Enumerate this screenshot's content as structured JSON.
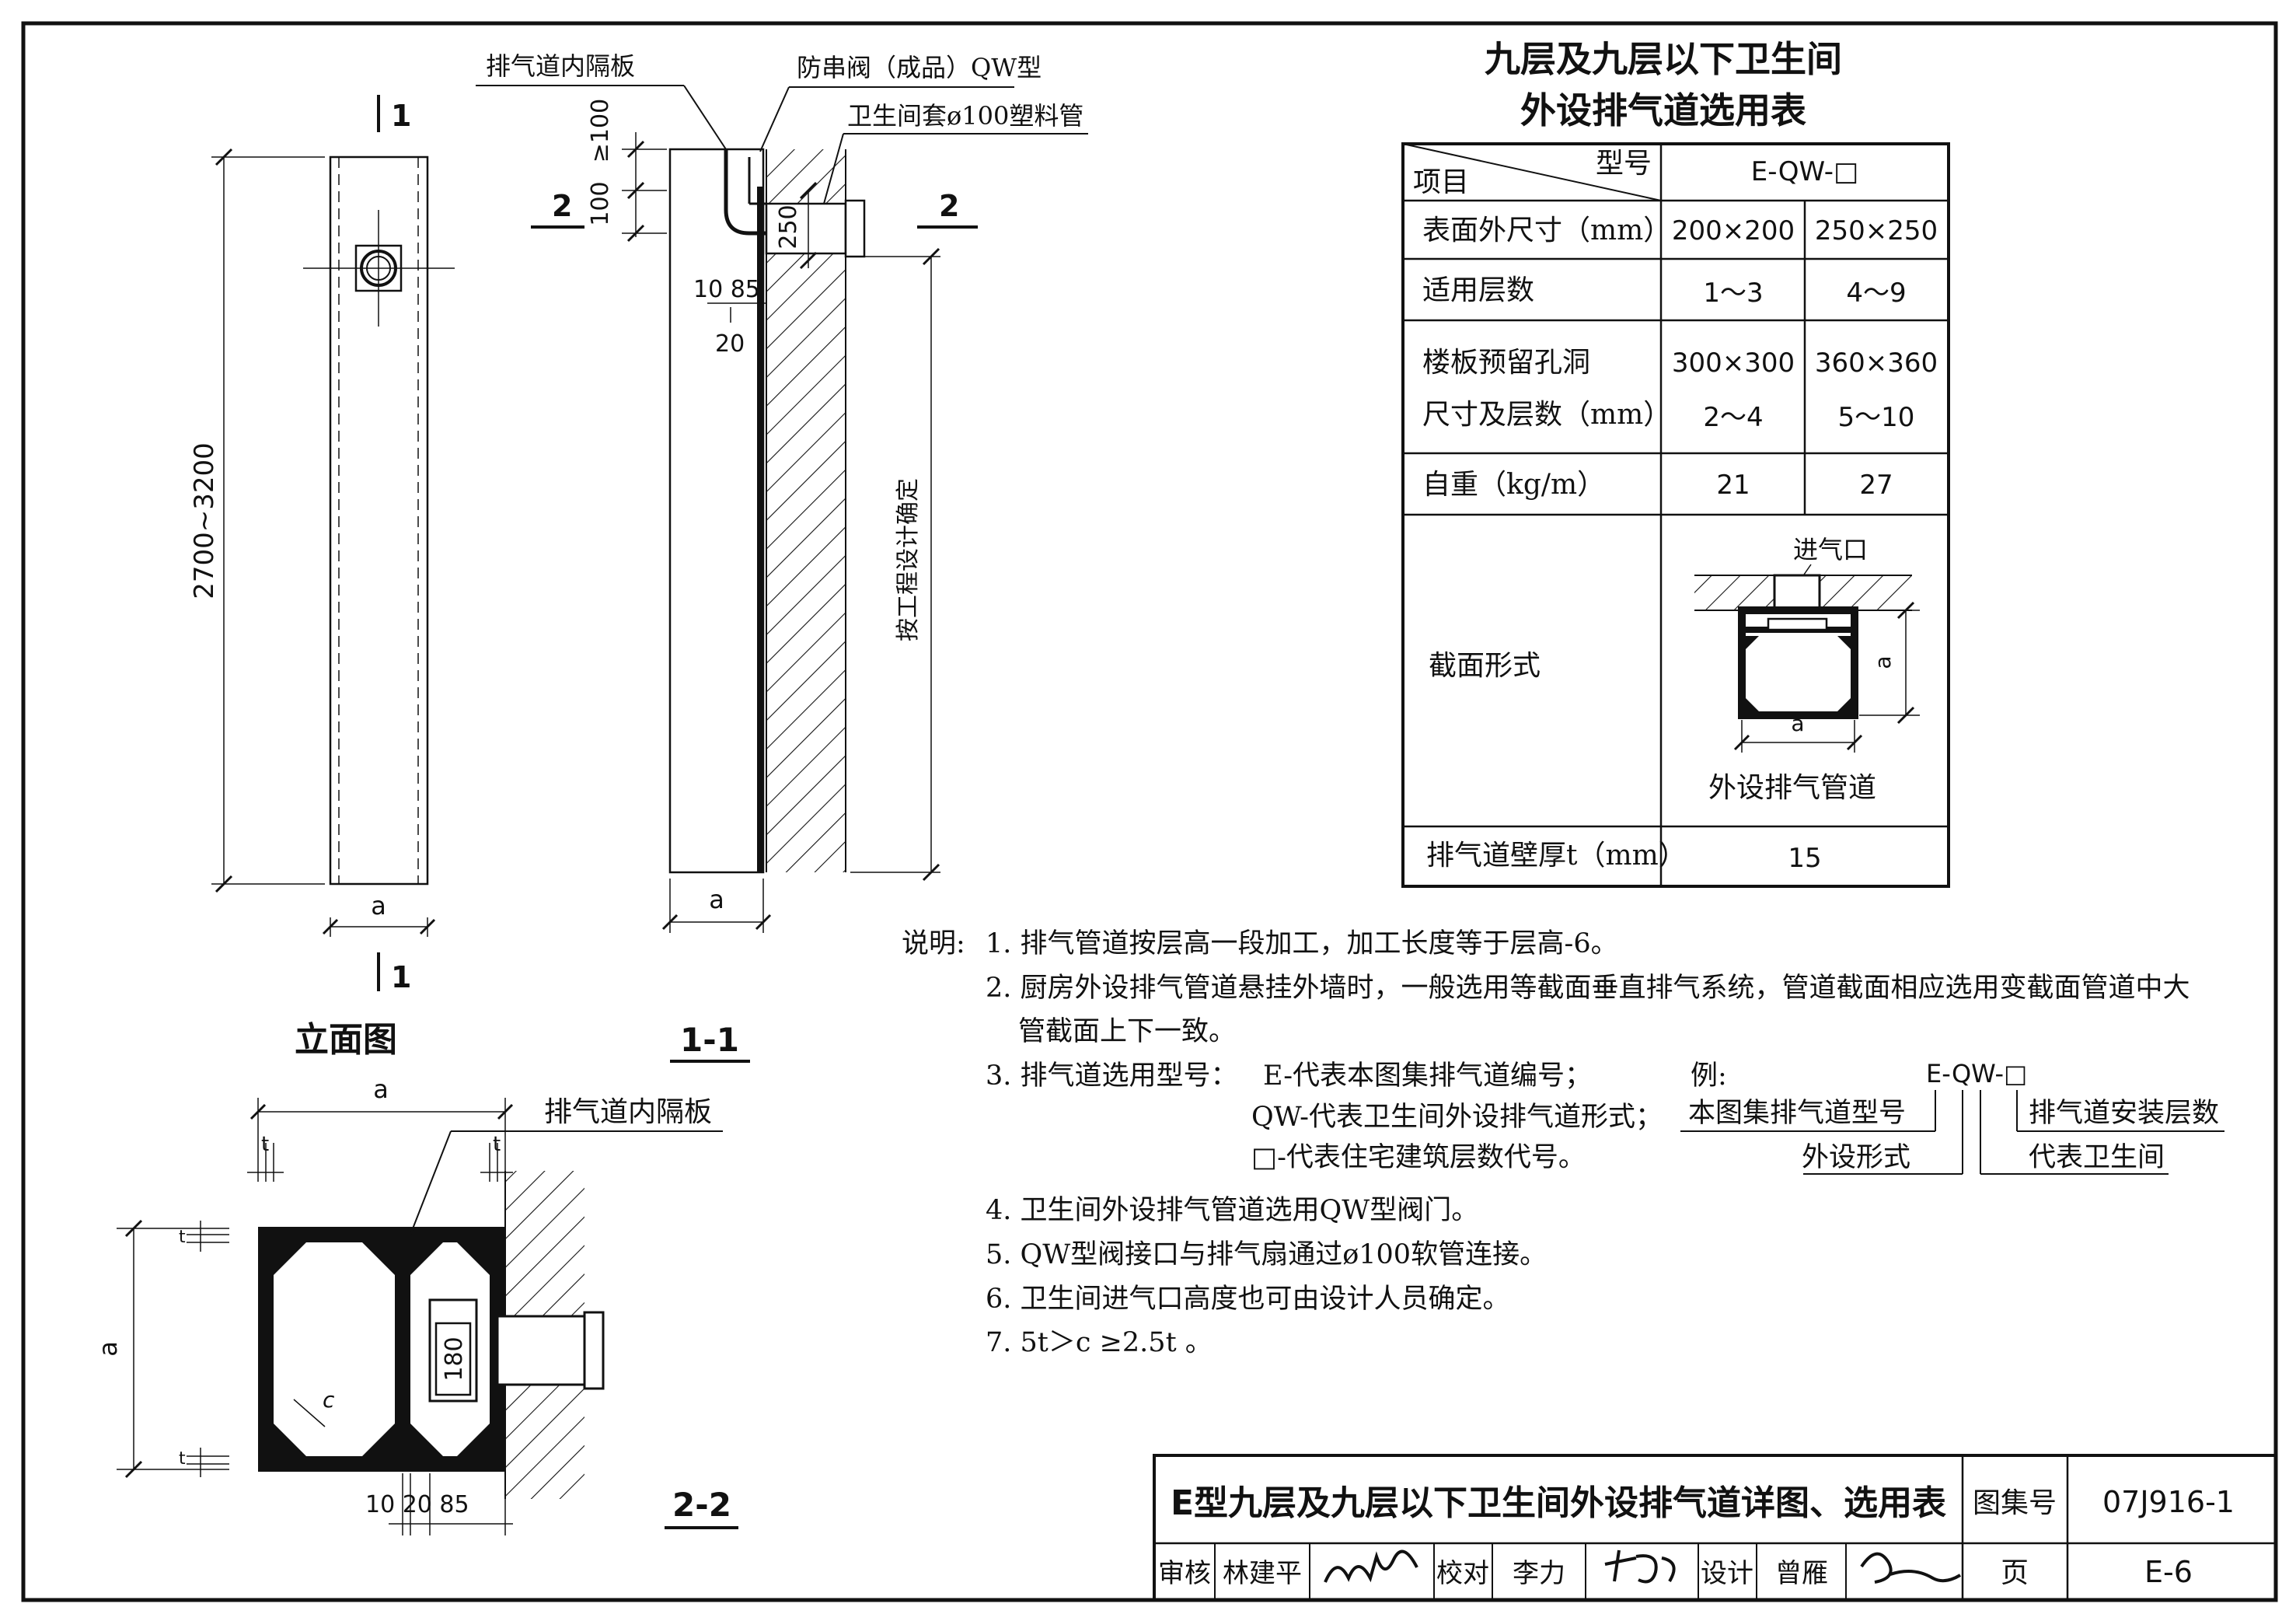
{
  "elevation": {
    "section_mark": "1",
    "dim_height": "2700~3200",
    "dim_width": "a",
    "title": "立面图"
  },
  "section_1_1": {
    "label_partition": "排气道内隔板",
    "label_valve": "防串阀（成品）QW型",
    "label_pipe": "卫生间套ø100塑料管",
    "section_mark": "2",
    "dim_100": "100",
    "dim_ge100": "≥100",
    "dim_250": "250",
    "dim_10_85": "10 85",
    "dim_20": "20",
    "dim_design": "按工程设计确定",
    "dim_width": "a",
    "title": "1-1"
  },
  "section_2_2": {
    "label_partition": "排气道内隔板",
    "dim_a_top": "a",
    "dim_a_left": "a",
    "dim_t": "t",
    "dim_c": "c",
    "dim_180": "180",
    "dim_bottom": "10 20 85",
    "title": "2-2"
  },
  "table": {
    "title_line1": "九层及九层以下卫生间",
    "title_line2": "外设排气道选用表",
    "head_item": "项目",
    "head_model": "型号",
    "model": "E-QW-□",
    "rows": [
      {
        "label": "表面外尺寸（mm）",
        "v1": "200×200",
        "v2": "250×250"
      },
      {
        "label": "适用层数",
        "v1": "1～3",
        "v2": "4～9"
      },
      {
        "label1": "楼板预留孔洞",
        "label2": "尺寸及层数（mm）",
        "v1a": "300×300",
        "v1b": "2～4",
        "v2a": "360×360",
        "v2b": "5～10"
      },
      {
        "label": "自重（kg/m）",
        "v1": "21",
        "v2": "27"
      }
    ],
    "section_label": "截面形式",
    "inlet_label": "进气口",
    "dim_a_side": "a",
    "dim_a_bottom": "a",
    "duct_label": "外设排气管道",
    "wall_label": "排气道壁厚t（mm）",
    "wall_value": "15"
  },
  "notes": {
    "prefix": "说明:",
    "n1": "1. 排气管道按层高一段加工，加工长度等于层高-6。",
    "n2a": "2. 厨房外设排气管道悬挂外墙时，一般选用等截面垂直排气系统，管道截面相应选用变截面管道中大",
    "n2b": "管截面上下一致。",
    "n3_head": "3. 排气道选用型号：",
    "n3_a": "E-代表本图集排气道编号；",
    "n3_b": "QW-代表卫生间外设排气道形式；",
    "n3_c": "□-代表住宅建筑层数代号。",
    "ex_prefix": "例:",
    "ex_code": "E-QW-□",
    "ex_series": "本图集排气道型号",
    "ex_form": "外设形式",
    "ex_floors": "排气道安装层数",
    "ex_room": "代表卫生间",
    "n4": "4. 卫生间外设排气管道选用QW型阀门。",
    "n5": "5. QW型阀接口与排气扇通过ø100软管连接。",
    "n6": "6. 卫生间进气口高度也可由设计人员确定。",
    "n7": "7. 5t＞c ≥2.5t 。"
  },
  "titleblock": {
    "title": "E型九层及九层以下卫生间外设排气道详图、选用表",
    "atlas_label": "图集号",
    "atlas_no": "07J916-1",
    "review_label": "审核",
    "reviewer": "林建平",
    "check_label": "校对",
    "checker": "李力",
    "design_label": "设计",
    "designer": "曾雁",
    "page_label": "页",
    "page_no": "E-6"
  }
}
